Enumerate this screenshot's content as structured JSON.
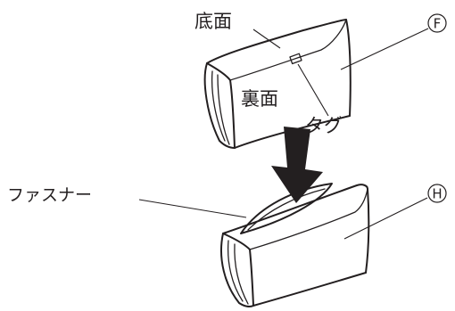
{
  "labels": {
    "bottom_face": "底面",
    "back_face": "裏面",
    "tag": "タグ",
    "zipper": "ファスナー",
    "marker_f": "F",
    "marker_h": "H"
  }
}
